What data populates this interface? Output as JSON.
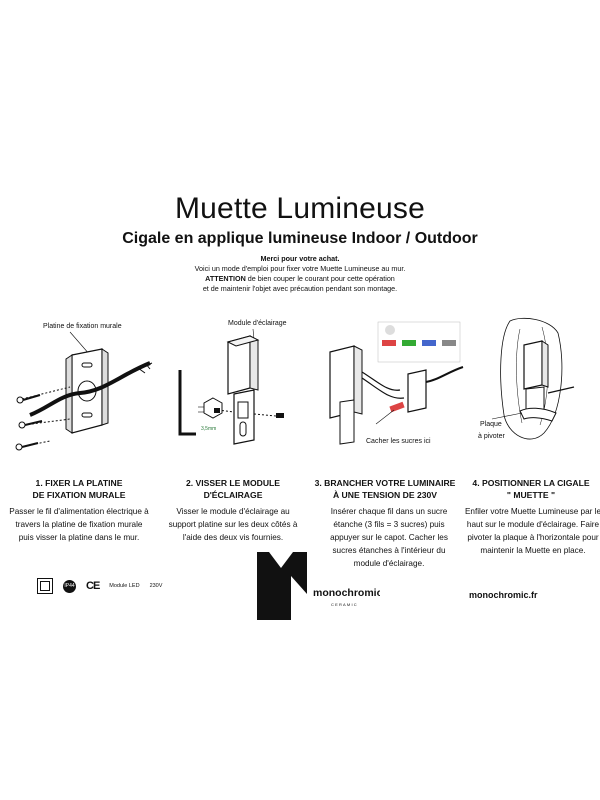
{
  "header": {
    "title": "Muette Lumineuse",
    "subtitle": "Cigale en applique lumineuse Indoor / Outdoor"
  },
  "intro": {
    "thanks": "Merci pour votre achat.",
    "line1": "Voici un mode d'emploi pour fixer votre Muette Lumineuse au mur.",
    "attention": "ATTENTION",
    "line2_rest": " de bien couper le courant pour cette opération",
    "line3": "et de maintenir l'objet avec précaution pendant son montage."
  },
  "figures": {
    "fig1_label": "Platine de fixation murale",
    "fig2_label": "Module d'éclairage",
    "fig2_hex_label": "3,5mm",
    "fig3_label": "Cacher les sucres ici",
    "fig4_label_line1": "Plaque",
    "fig4_label_line2": "à pivoter"
  },
  "steps": [
    {
      "title_line1": "1. FIXER LA PLATINE",
      "title_line2": "DE FIXATION MURALE",
      "body": "Passer le fil d'alimentation électrique à travers la platine de fixation murale puis visser la platine dans le mur."
    },
    {
      "title_line1": "2. VISSER LE MODULE D'ÉCLAIRAGE",
      "title_line2": "",
      "body": "Visser le module d'éclairage au support platine sur les deux côtés à l'aide des deux vis fournies."
    },
    {
      "title_line1": "3. BRANCHER VOTRE LUMINAIRE",
      "title_line2": "À UNE TENSION DE 230V",
      "body": "Insérer chaque fil dans un sucre étanche (3 fils = 3 sucres) puis appuyer sur le capot. Cacher les sucres étanches à l'intérieur du module d'éclairage."
    },
    {
      "title_line1": "4. POSITIONNER LA CIGALE",
      "title_line2": "\" MUETTE \"",
      "body": "Enfiler votre Muette Lumineuse par le haut sur le module d'éclairage. Faire pivoter la plaque à l'horizontale pour maintenir la Muette en place."
    }
  ],
  "footer": {
    "ip_badge": "IP44",
    "ce_mark": "CE",
    "module_text": "Module LED",
    "voltage": "230V",
    "brand": "monochromic",
    "brand_sub": "CERAMIC",
    "url": "monochromic.fr"
  }
}
